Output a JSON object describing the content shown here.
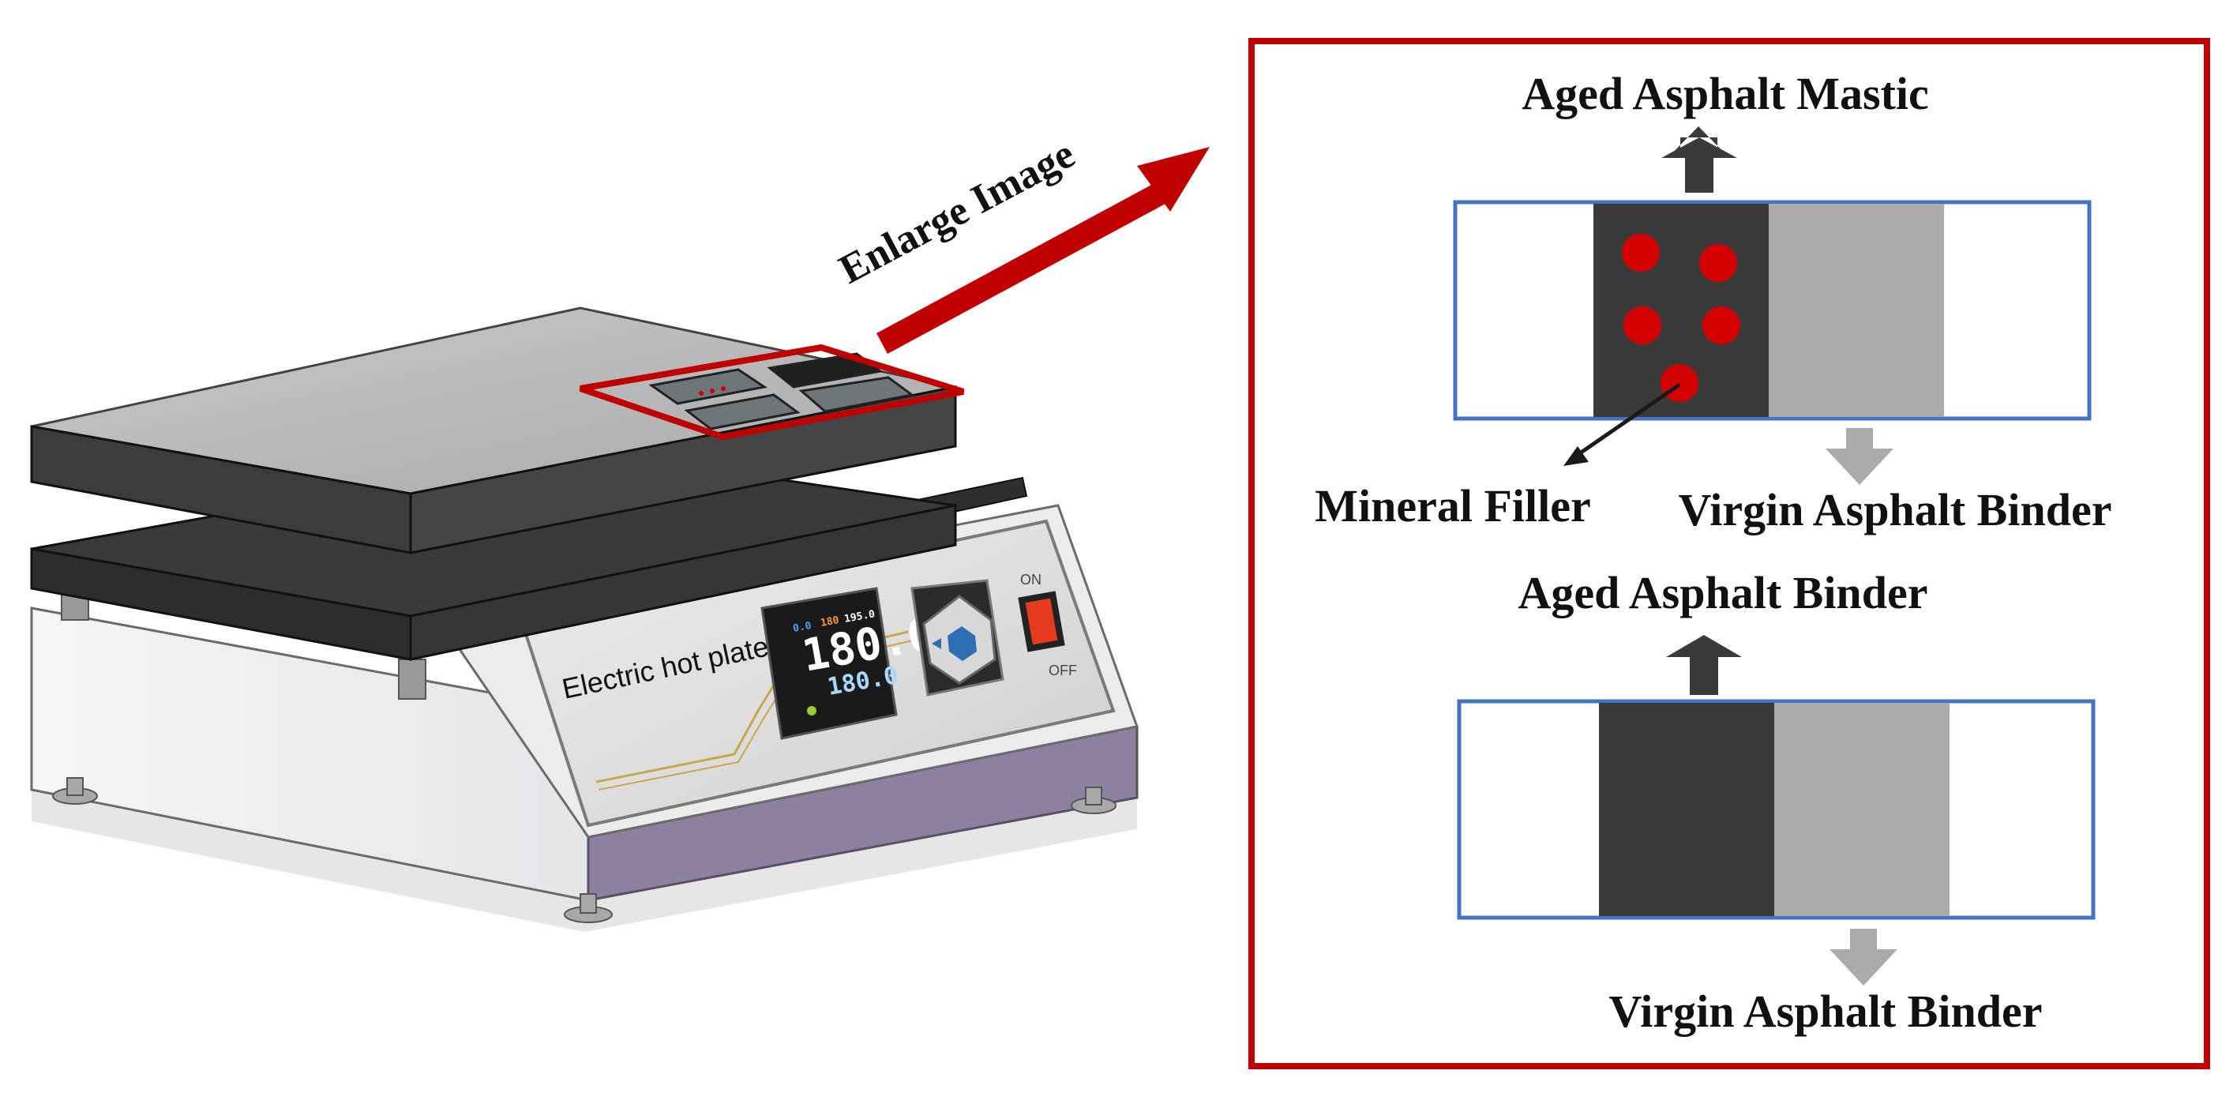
{
  "arrow_label": "Enlarge Image",
  "device": {
    "label": "Electric hot plate",
    "display_main": "180.0",
    "display_sub": "180.0",
    "display_top_left": "0.0",
    "display_top_mid": "180",
    "display_top_right": "195.0",
    "switch_on": "ON",
    "switch_off": "OFF"
  },
  "enlarged": {
    "top_sample": {
      "up_label": "Aged Asphalt Mastic",
      "filler_label": "Mineral Filler",
      "down_label": "Virgin Asphalt Binder"
    },
    "bottom_sample": {
      "up_label": "Aged Asphalt Binder",
      "down_label": "Virgin Asphalt Binder"
    }
  },
  "colors": {
    "accent_red": "#c00000",
    "sample_frame_blue": "#4472c4",
    "aged_dark": "#3a3a3a",
    "virgin_gray": "#aeaaaa",
    "filler_red": "#d40000",
    "plate_gray": "#b8b8b8",
    "body_lavender": "#8e80a0"
  }
}
